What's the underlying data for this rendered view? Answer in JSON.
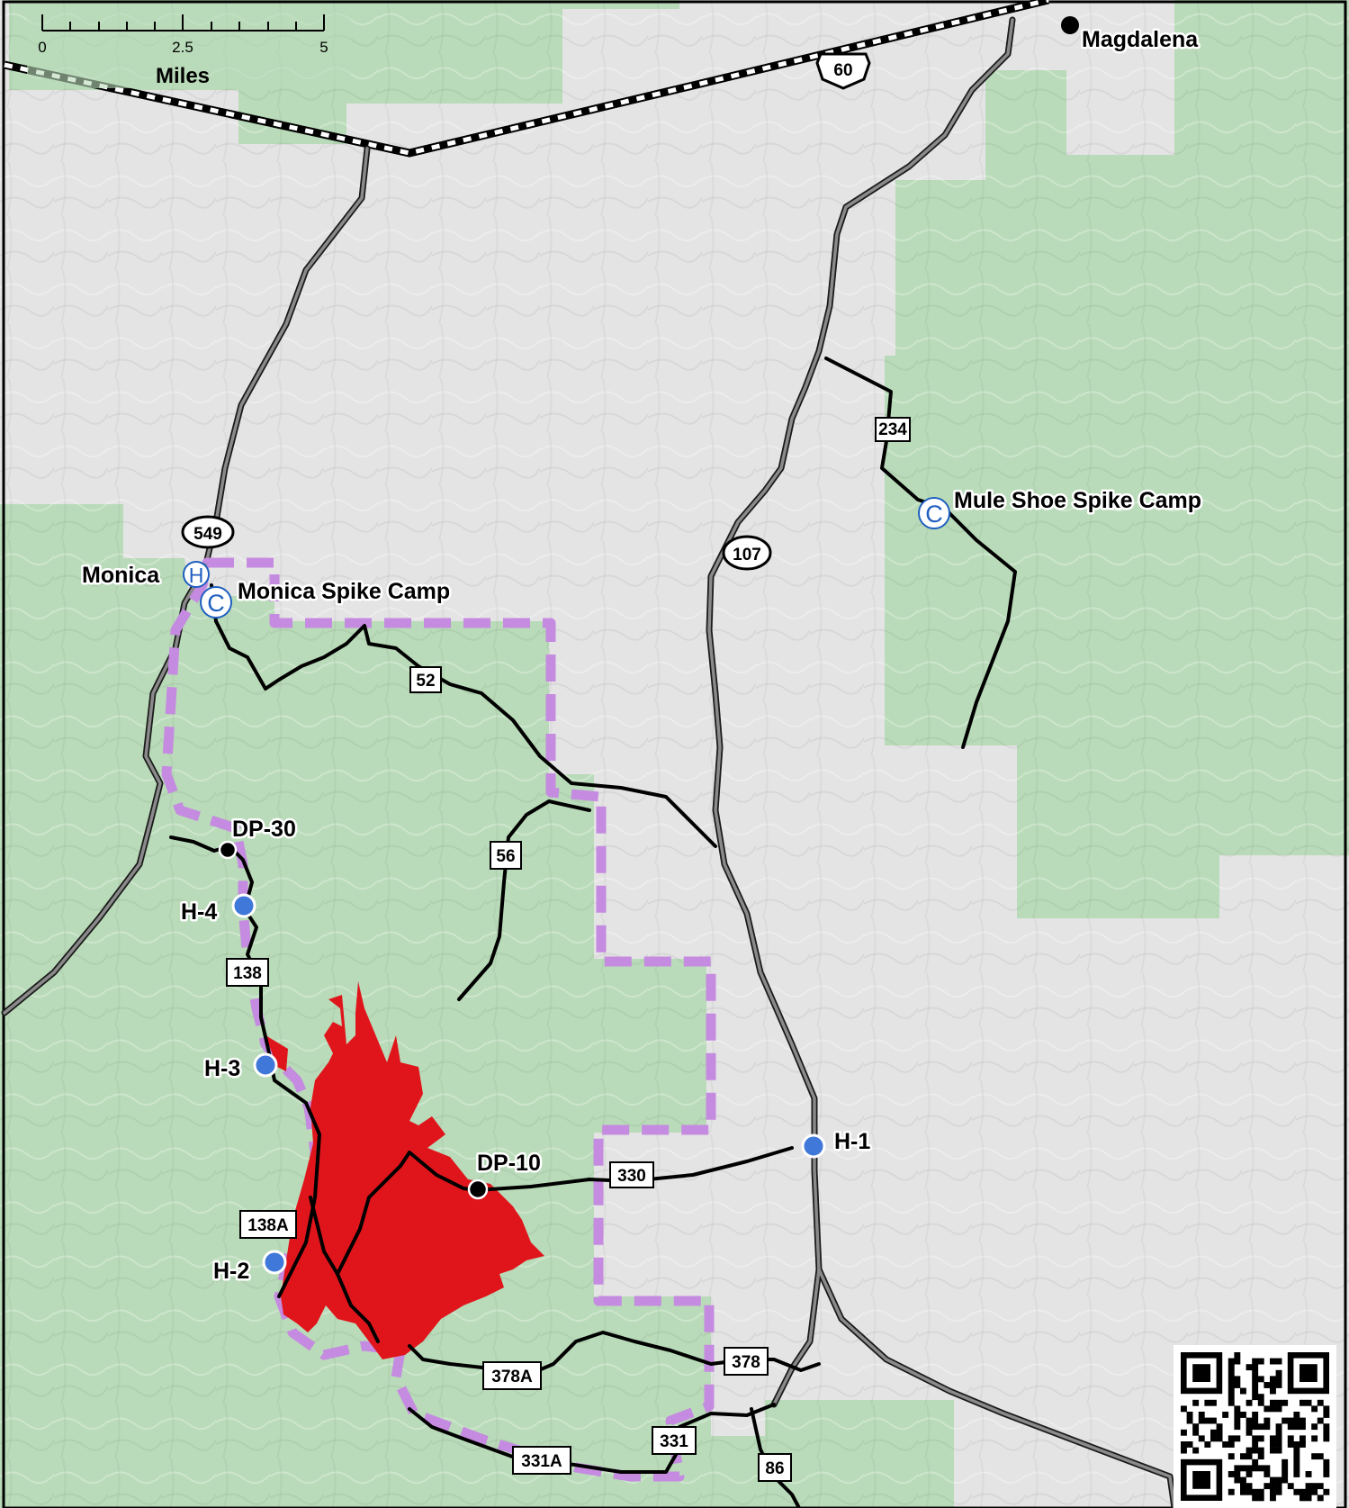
{
  "scale_bar": {
    "unit": "Miles",
    "ticks": [
      "0",
      "2.5",
      "5"
    ]
  },
  "places": [
    {
      "id": "magdalena",
      "label": "Magdalena",
      "type": "town"
    },
    {
      "id": "monica",
      "label": "Monica",
      "type": "helibase",
      "symbol": "H"
    },
    {
      "id": "monica_spike_camp",
      "label": "Monica Spike Camp",
      "type": "spike_camp",
      "symbol": "C"
    },
    {
      "id": "mule_shoe_spike_camp",
      "label": "Mule Shoe Spike Camp",
      "type": "spike_camp",
      "symbol": "C"
    }
  ],
  "points": [
    {
      "id": "dp30",
      "label": "DP-30",
      "type": "drop_point"
    },
    {
      "id": "dp10",
      "label": "DP-10",
      "type": "drop_point"
    },
    {
      "id": "h1",
      "label": "H-1",
      "type": "helispot"
    },
    {
      "id": "h2",
      "label": "H-2",
      "type": "helispot"
    },
    {
      "id": "h3",
      "label": "H-3",
      "type": "helispot"
    },
    {
      "id": "h4",
      "label": "H-4",
      "type": "helispot"
    }
  ],
  "highway_shields": [
    {
      "id": "us60",
      "label": "60"
    },
    {
      "id": "nm549",
      "label": "549"
    },
    {
      "id": "nm107",
      "label": "107"
    }
  ],
  "road_labels": [
    "234",
    "52",
    "56",
    "138",
    "138A",
    "330",
    "378",
    "378A",
    "331",
    "331A",
    "86"
  ],
  "colors": {
    "forest_land": "#b9dbb9",
    "private_land": "#e4e4e4",
    "fire_perimeter": "#e0151b",
    "planning_boundary": "#c58be0",
    "roads": "#000000",
    "highways": "#555555",
    "helispot": "#3f78d8",
    "camp_symbol": "#1f5fbf"
  },
  "icons": {
    "qr_code": "qr-code-icon",
    "helibase": "helibase-icon",
    "spike_camp": "spike-camp-icon"
  }
}
